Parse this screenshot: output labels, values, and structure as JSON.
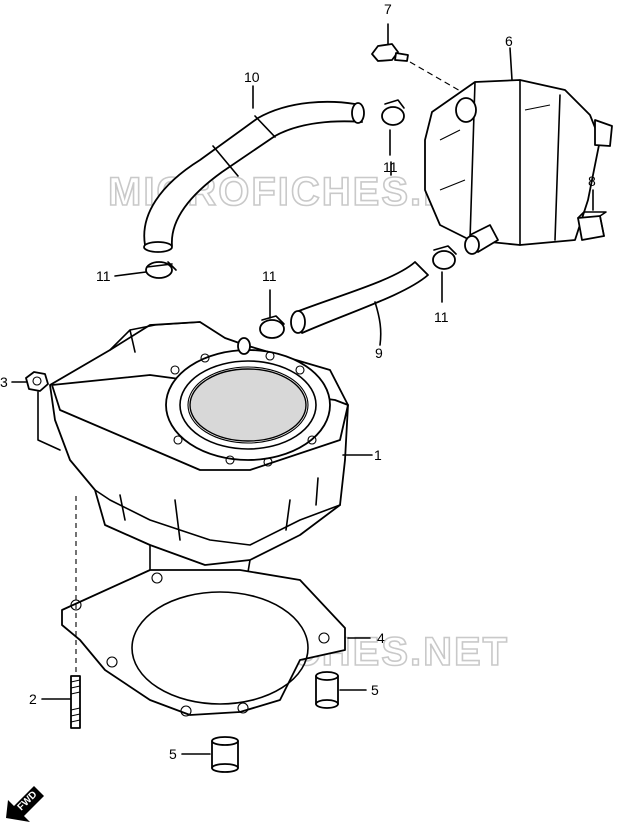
{
  "watermark": "MICROFICHES.NET",
  "fwd_label": "FWD",
  "callouts": {
    "p1": "1",
    "p2": "2",
    "p3": "3",
    "p4": "4",
    "p5a": "5",
    "p5b": "5",
    "p6": "6",
    "p7": "7",
    "p8": "8",
    "p9": "9",
    "p10": "10",
    "p11a": "11",
    "p11b": "11",
    "p11c": "11",
    "p11d": "11"
  }
}
